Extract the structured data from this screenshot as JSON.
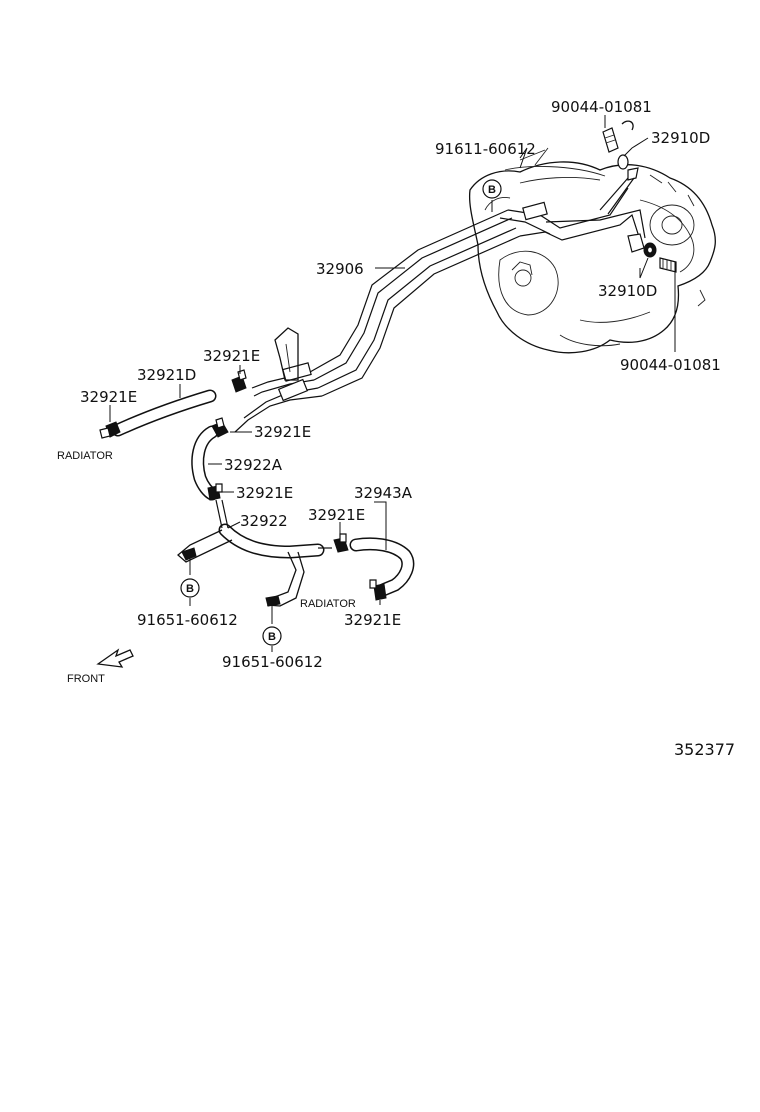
{
  "diagram": {
    "part_labels": {
      "bolt_upper": "90044-01081",
      "banjo_upper": "32910D",
      "clamp_bolt_top": "91611-60612",
      "tube": "32906",
      "banjo_lower": "32910D",
      "bolt_lower": "90044-01081",
      "clip_a": "32921E",
      "hose_d": "32921D",
      "clip_b": "32921E",
      "clip_c": "32921E",
      "hose_a": "32922A",
      "clip_d": "32921E",
      "hose_32922": "32922",
      "clip_e": "32921E",
      "hose_43a": "32943A",
      "clip_f": "32921E",
      "bolt_left": "91651-60612",
      "bolt_mid": "91651-60612"
    },
    "text_labels": {
      "radiator_left": "RADIATOR",
      "radiator_right": "RADIATOR",
      "front": "FRONT"
    },
    "badge_letter": "B",
    "diagram_id": "352377"
  }
}
